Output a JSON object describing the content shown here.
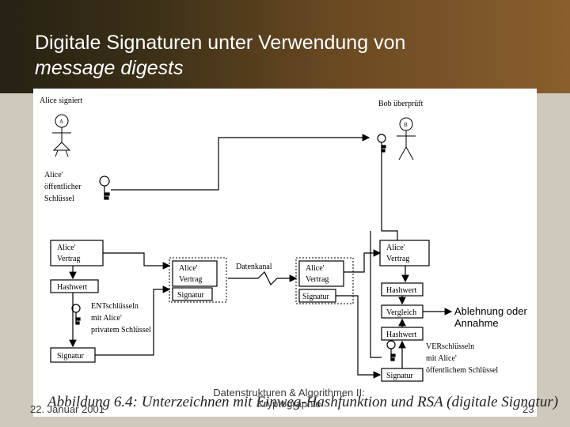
{
  "slide": {
    "title_line1": "Digitale Signaturen unter Verwendung von",
    "title_line2": "message digests",
    "footer_date": "22. Januar 2001",
    "footer_center_line1": "Datenstrukturen & Algorithmen II:",
    "footer_center_line2": "Kryptographie",
    "page_number": "23"
  },
  "figure": {
    "alice_signs": "Alice signiert",
    "bob_verifies": "Bob überprüft",
    "person_a": "A",
    "person_b": "B",
    "alice_public_key_1": "Alice'",
    "alice_public_key_2": "öffentlicher",
    "alice_public_key_3": "Schlüssel",
    "contract_1": "Alice'",
    "contract_2": "Vertrag",
    "hash_value": "Hashwert",
    "decrypt_1": "ENTschlüsseln",
    "decrypt_2": "mit Alice'",
    "decrypt_3": "privatem Schlüssel",
    "signature": "Signatur",
    "channel": "Datenkanal",
    "compare": "Vergleich",
    "result_1": "Ablehnung oder",
    "result_2": "Annahme",
    "encrypt_1": "VERschlüsseln",
    "encrypt_2": "mit Alice'",
    "encrypt_3": "öffentlichem Schlüssel",
    "caption": "Abbildung 6.4:  Unterzeichnen mit Einweg-Hashfunktion und RSA (digitale Signatur)"
  }
}
